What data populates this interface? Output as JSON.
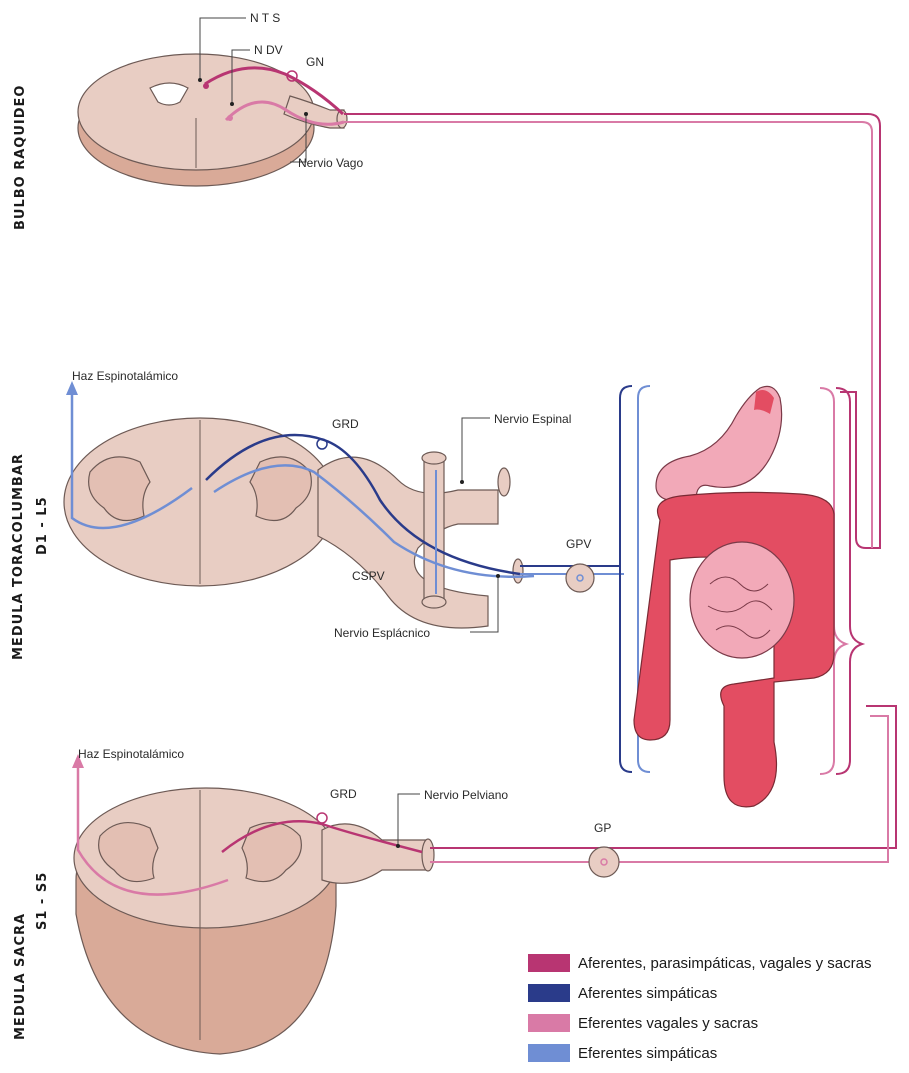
{
  "sections": {
    "bulbo": "BULBO RAQUIDEO",
    "toraco_1": "MEDULA TORACOLUMBAR",
    "toraco_2": "D1 - L5",
    "sacra_1": "MEDULA SACRA",
    "sacra_2": "S1 - S5"
  },
  "labels": {
    "nts": "N T S",
    "ndv": "N DV",
    "gn": "GN",
    "nervio_vago": "Nervio Vago",
    "haz_1": "Haz Espinotalámico",
    "grd_1": "GRD",
    "nervio_espinal": "Nervio Espinal",
    "gpv": "GPV",
    "cspv": "CSPV",
    "nervio_esplacnico": "Nervio Esplácnico",
    "haz_2": "Haz Espinotalámico",
    "grd_2": "GRD",
    "nervio_pelviano": "Nervio Pelviano",
    "gp": "GP"
  },
  "legend": [
    {
      "label": "Aferentes, parasimpáticas, vagales y sacras",
      "color": "#b83572"
    },
    {
      "label": "Aferentes simpáticas",
      "color": "#2a3b8a"
    },
    {
      "label": "Eferentes vagales y sacras",
      "color": "#d97aa6"
    },
    {
      "label": "Eferentes simpáticas",
      "color": "#6f8ed4"
    }
  ],
  "colors": {
    "tissue": "#e8cdc3",
    "organ_red": "#e34d62",
    "organ_pink": "#f2a9b8"
  }
}
